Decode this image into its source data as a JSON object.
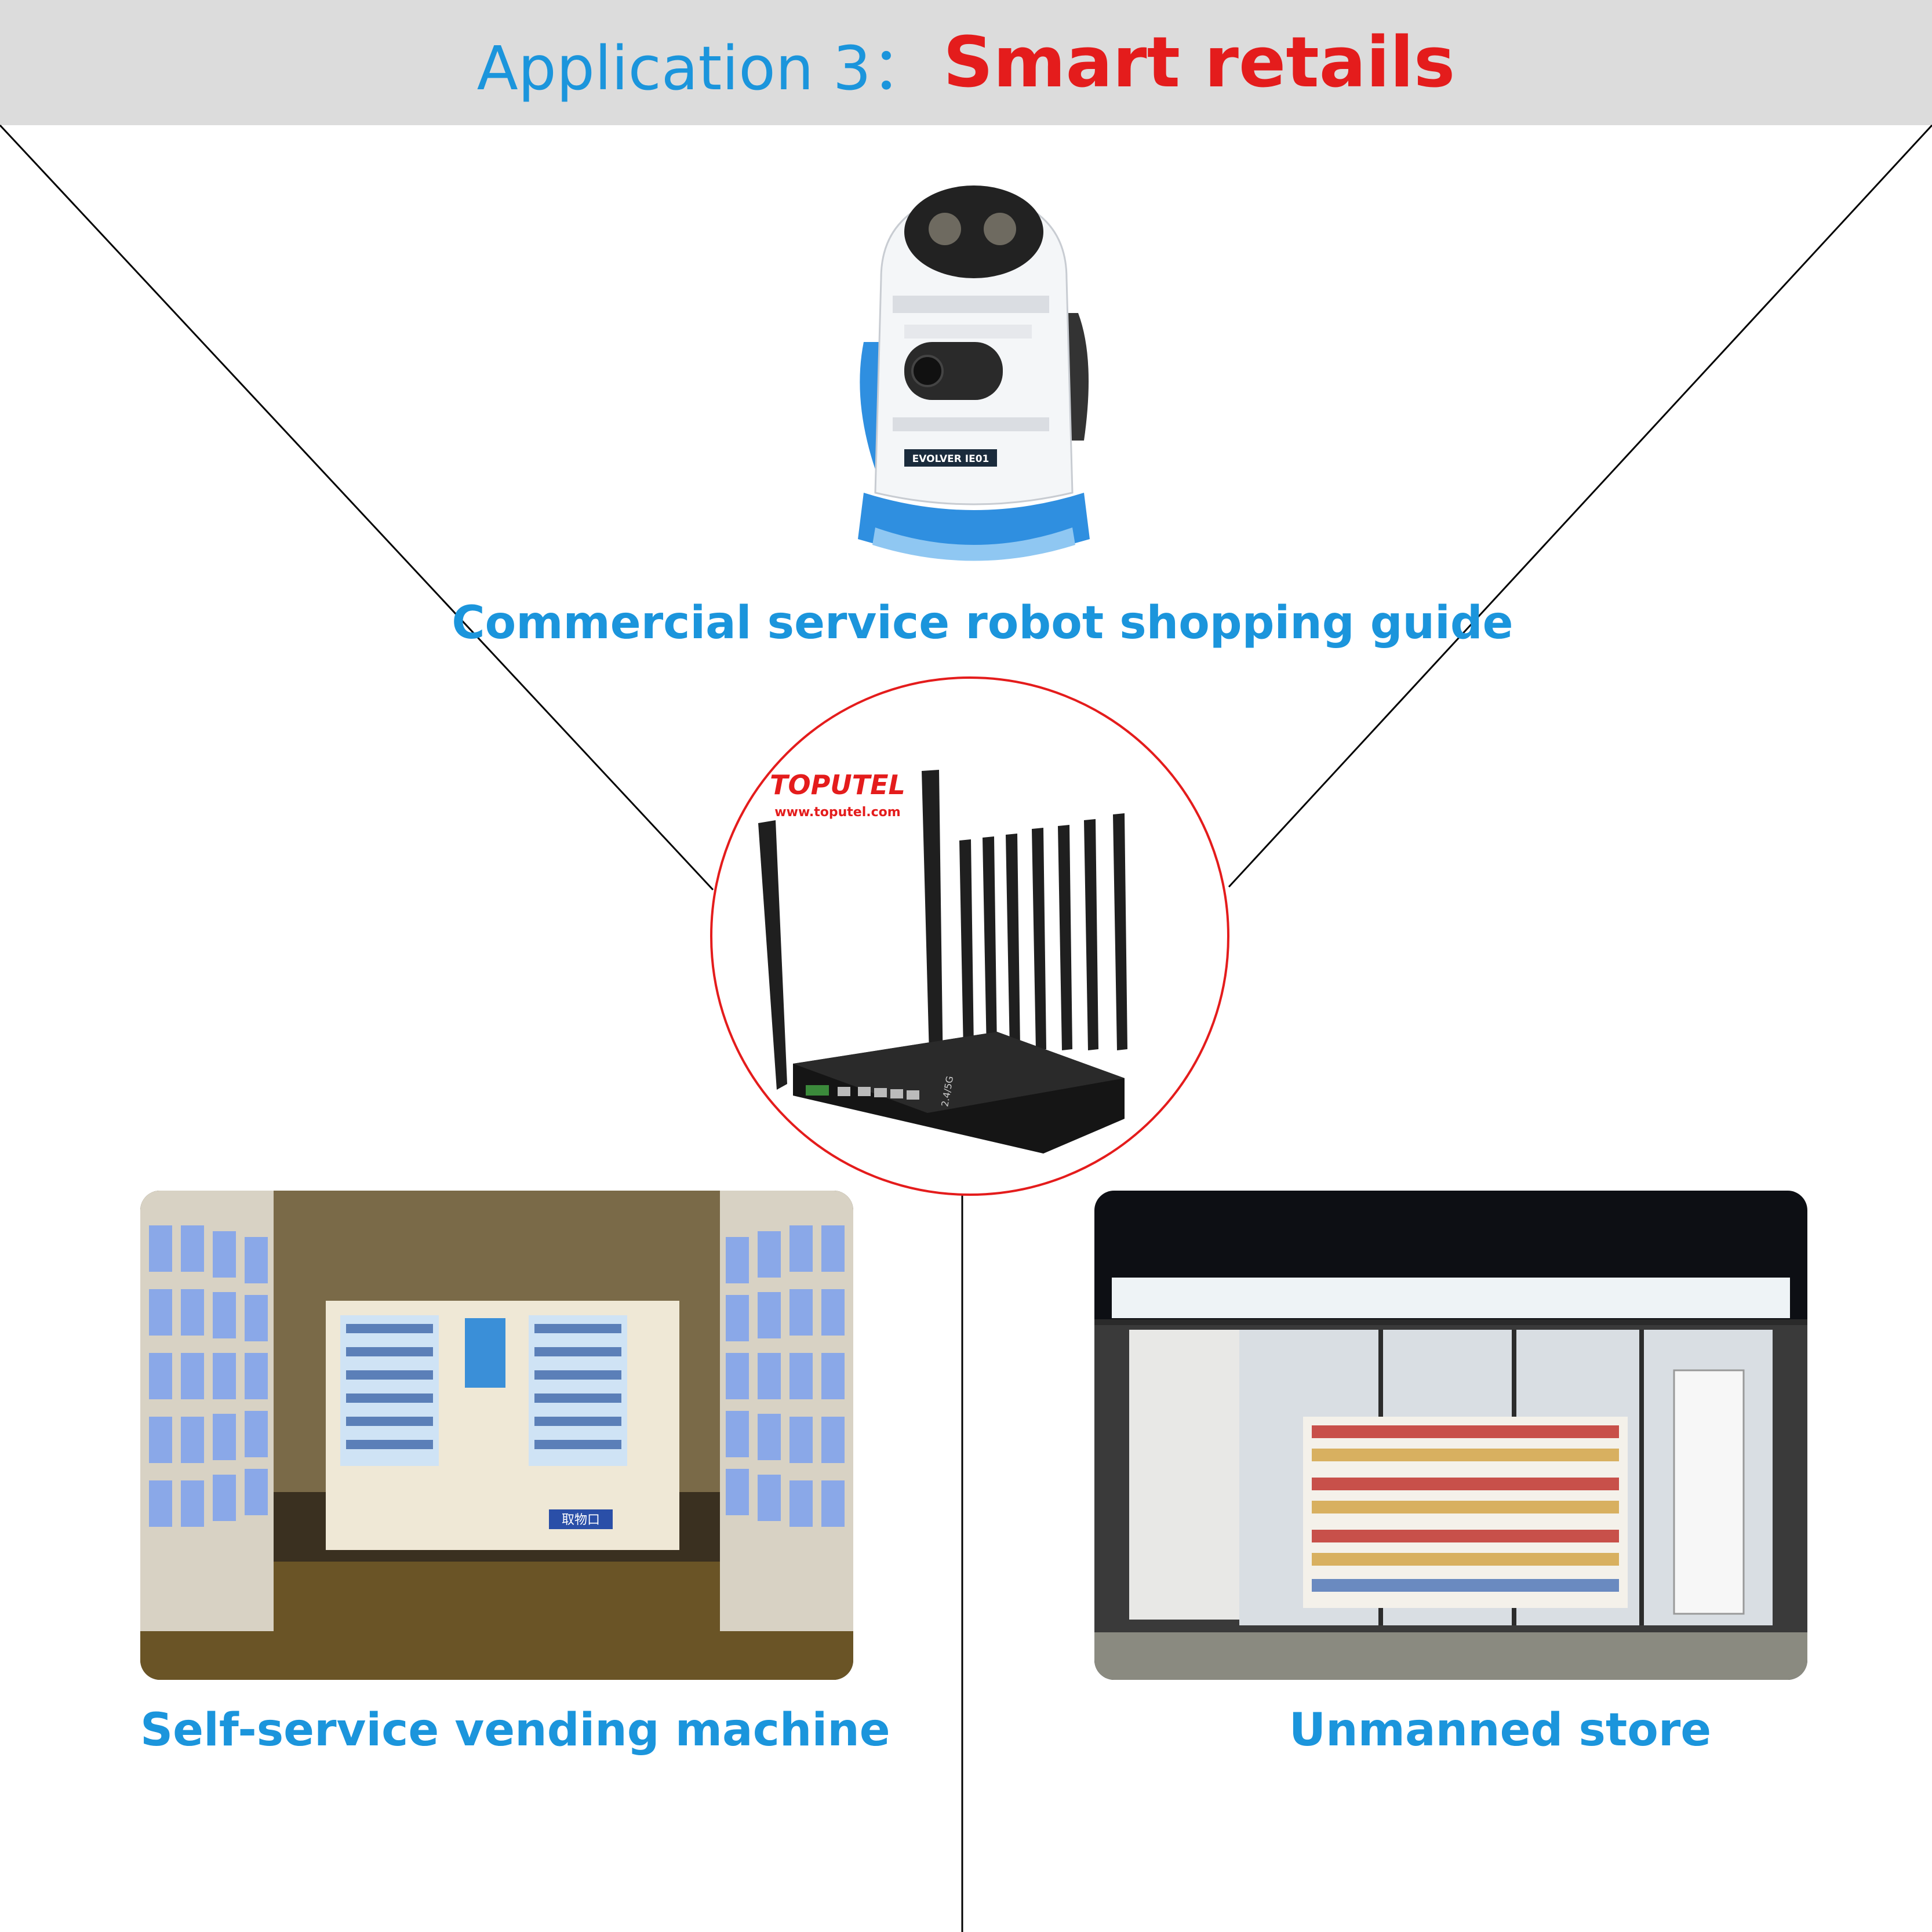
{
  "header": {
    "prefix": "Application 3：",
    "title": "Smart retails"
  },
  "center_device": {
    "brand": "TOPUTEL",
    "url": "www.toputel.com",
    "port_label": "2.4/5G"
  },
  "robot": {
    "caption": "Commercial service robot shopping guide",
    "badge": "EVOLVER IE01"
  },
  "vending": {
    "caption": "Self-service vending machine",
    "sign": "取物口"
  },
  "store": {
    "caption": "Unmanned store"
  },
  "colors": {
    "accent_blue": "#1b95dc",
    "accent_red": "#e41c1c",
    "header_bg": "#dcdcdc"
  }
}
